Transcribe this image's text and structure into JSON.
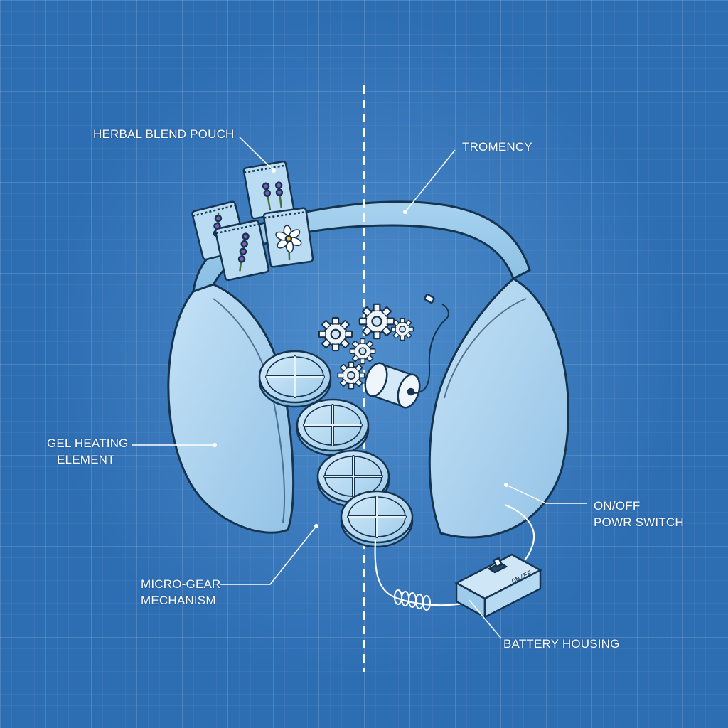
{
  "labels": {
    "herbal_pouch": "HERBAL BLEND POUCH",
    "tromency": "TROMENCY",
    "gel_heating_line1": "GEL HEATING",
    "gel_heating_line2": "ELEMENT",
    "micro_gear_line1": "MICRO-GEAR",
    "micro_gear_line2": "MECHANISM",
    "power_switch_line1": "ON/OFF",
    "power_switch_line2": "POWR SWITCH",
    "battery_housing": "BATTERY HOUSING",
    "switch_marking": "ON/FF"
  },
  "colors": {
    "background": "#2d6db2",
    "device_fill": "#a9d2ee",
    "device_stroke": "#16334f",
    "label_text": "#ffffff"
  },
  "icons": {
    "gears": "gear-icon",
    "heating_discs": "gel-disc-icon",
    "motor": "motor-icon",
    "pouches": "herbal-pouch-icon",
    "switch": "toggle-switch-icon"
  }
}
